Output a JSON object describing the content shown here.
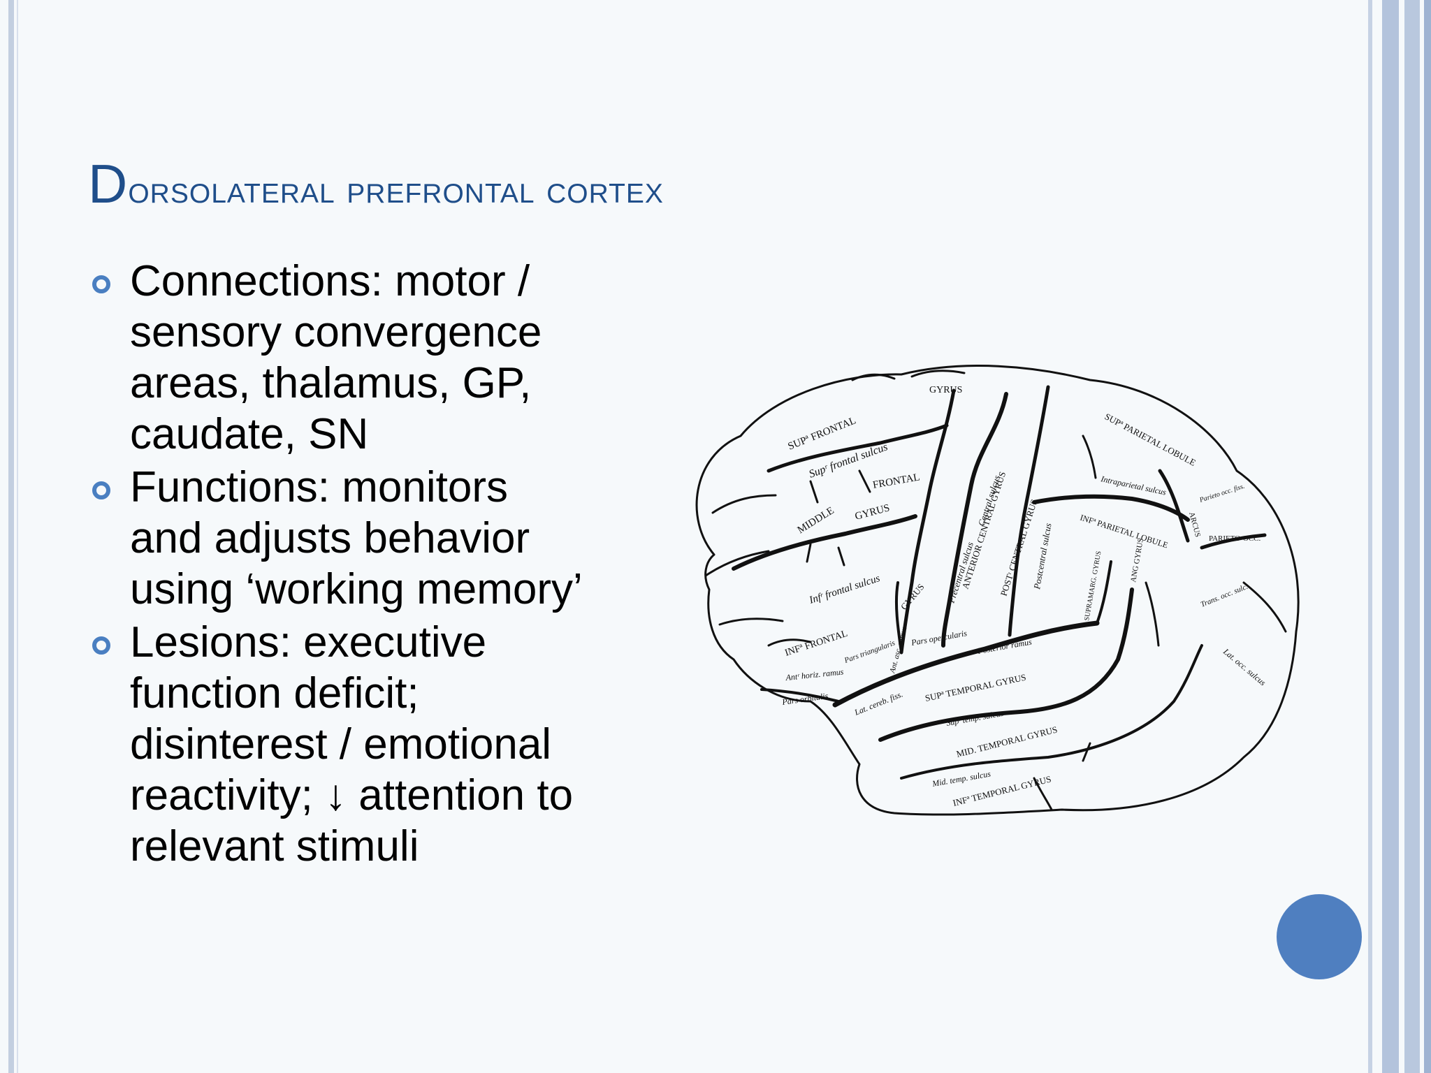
{
  "slide": {
    "title_first": "D",
    "title_rest": "orsolateral prefrontal cortex",
    "bullets": [
      {
        "lines": [
          "Connections: motor /",
          "sensory convergence",
          "areas, thalamus, GP,",
          "caudate, SN"
        ]
      },
      {
        "lines": [
          "Functions: monitors",
          "and adjusts behavior",
          "using ‘working memory’"
        ]
      },
      {
        "lines": [
          "Lesions: executive",
          "function deficit;",
          "disinterest / emotional",
          "reactivity; ↓ attention to",
          "relevant stimuli"
        ]
      }
    ]
  },
  "figure": {
    "labels": {
      "sup_frontal": "SUPª FRONTAL",
      "gyrus_top": "GYRUS",
      "sup_frontal_sulcus": "Supʳ frontal sulcus",
      "middle": "MIDDLE",
      "frontal": "FRONTAL",
      "gyrus_mid": "GYRUS",
      "inf_frontal_sulcus": "Infʳ frontal sulcus",
      "inf_frontal": "INFª FRONTAL",
      "gyrus_inf": "GYRUS",
      "pars_triangularis": "Pars triangularis",
      "pars_opercularis": "Pars opercularis",
      "ant_horiz_ramus": "Antʳ horiz. ramus",
      "ant_asc_ramus": "Ant. asc. ramus",
      "pars_orbitalis": "Pars orbitalis",
      "precentral_sulcus": "Precentral sulcus",
      "anterior_central_gyrus": "ANTERIOR CENTRAL GYRUS",
      "central_sulcus": "Central sulcus",
      "postr_central_gyrus": "POSTʳ CENTRAL GYRUS",
      "postcentral_sulcus": "Postcentral sulcus",
      "sup_parietal_lobule": "SUPª PARIETAL LOBULE",
      "intraparietal_sulcus": "Intraparietal sulcus",
      "inf_parietal_lobule": "INFª PARIETAL LOBULE",
      "supramarg_gyrus": "SUPRAMARG. GYRUS",
      "ang_gyrus": "ANG GYRUS",
      "arcus": "ARCUS",
      "parieto_occ_fiss": "Parieto occ. fiss.",
      "parieto_occ": "PARIETO-OCC.",
      "trans_occ_sulc": "Trans. occ. sulc.",
      "lat_occ_sulcus": "Lat. occ. sulcus",
      "posterior_ramus": "Posterior ramus",
      "lat_cereb_fiss": "Lat. cereb. fiss.",
      "sup_temporal_gyrus": "SUPª TEMPORAL GYRUS",
      "sup_temp_sulcus": "Supʳ temp. sulcus",
      "mid_temporal_gyrus": "MID. TEMPORAL GYRUS",
      "mid_temp_sulcus": "Mid. temp. sulcus",
      "inf_temporal_gyrus": "INFª TEMPORAL GYRUS"
    }
  }
}
